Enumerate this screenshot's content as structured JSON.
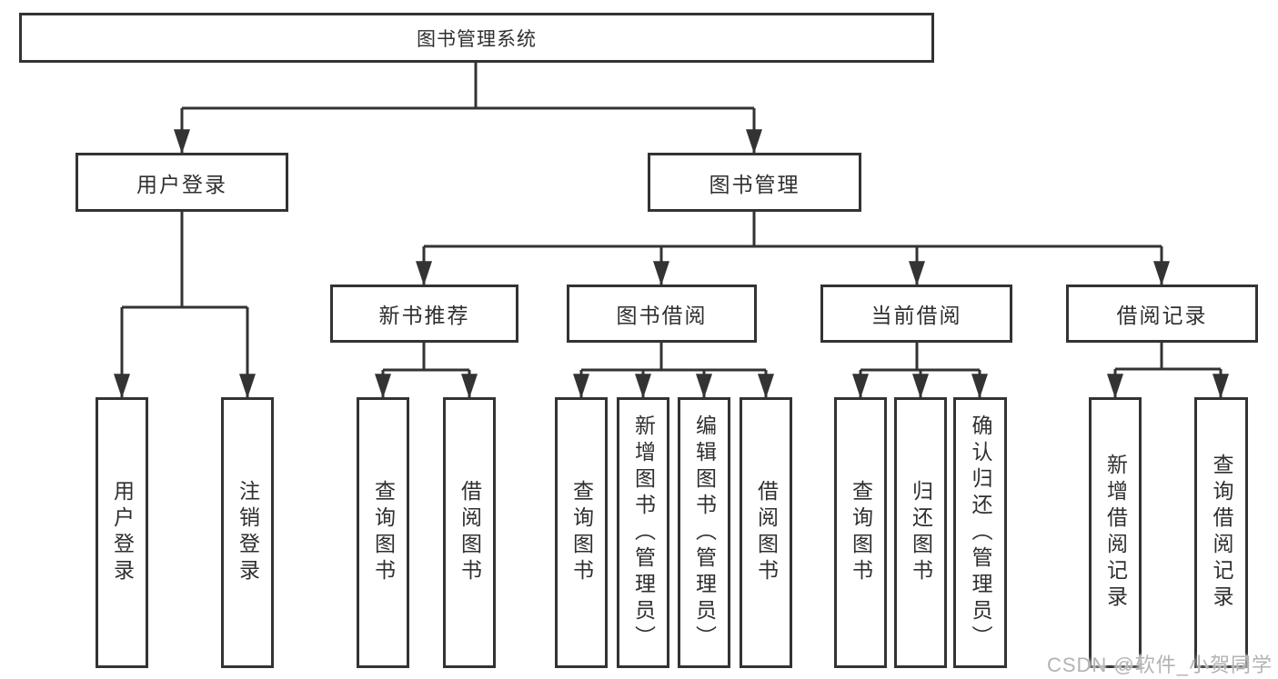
{
  "diagram": {
    "root": {
      "label": "图书管理系统"
    },
    "branches": [
      {
        "label": "用户登录",
        "children": [
          {
            "label": "用户登录"
          },
          {
            "label": "注销登录"
          }
        ]
      },
      {
        "label": "图书管理",
        "children": [
          {
            "label": "新书推荐",
            "children": [
              {
                "label": "查询图书"
              },
              {
                "label": "借阅图书"
              }
            ]
          },
          {
            "label": "图书借阅",
            "children": [
              {
                "label": "查询图书"
              },
              {
                "label": "新增图书（管理员）"
              },
              {
                "label": "编辑图书（管理员）"
              },
              {
                "label": "借阅图书"
              }
            ]
          },
          {
            "label": "当前借阅",
            "children": [
              {
                "label": "查询图书"
              },
              {
                "label": "归还图书"
              },
              {
                "label": "确认归还（管理员）"
              }
            ]
          },
          {
            "label": "借阅记录",
            "children": [
              {
                "label": "新增借阅记录"
              },
              {
                "label": "查询借阅记录"
              }
            ]
          }
        ]
      }
    ],
    "watermark": "CSDN @软件_小贺同学",
    "colors": {
      "line": "#333333",
      "border": "#333333",
      "text": "#2f2f2f",
      "watermark": "#b3b3b3",
      "background": "#ffffff"
    }
  }
}
